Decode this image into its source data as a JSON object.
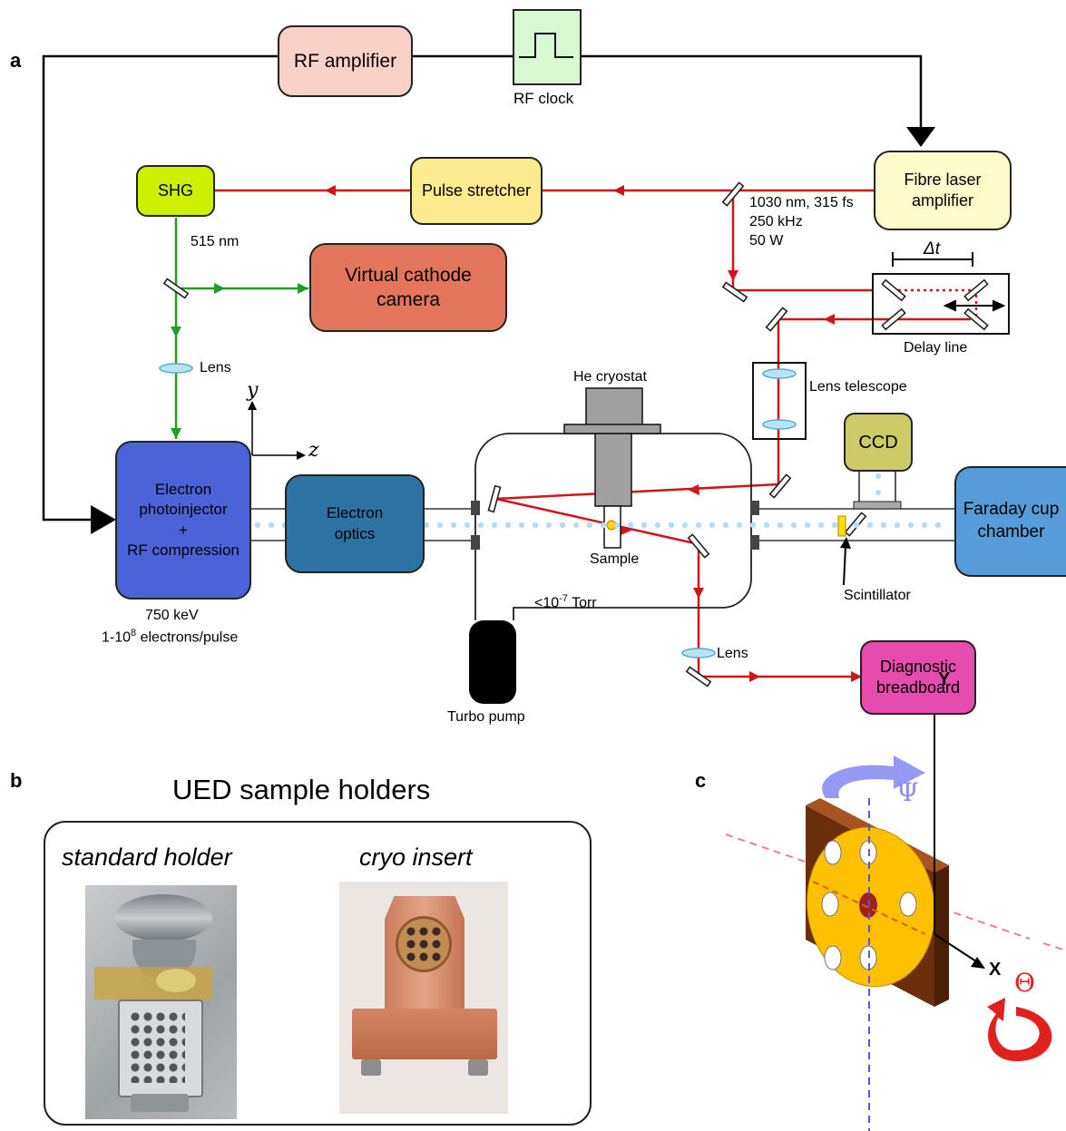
{
  "panels": {
    "a": "a",
    "b": "b",
    "c": "c"
  },
  "boxes": {
    "rf_amplifier": "RF amplifier",
    "fibre_laser": [
      "Fibre laser",
      "amplifier"
    ],
    "shg": "SHG",
    "pulse_stretcher": "Pulse stretcher",
    "virtual_cathode": [
      "Virtual cathode",
      "camera"
    ],
    "photoinjector": [
      "Electron",
      "photoinjector",
      "+",
      "RF compression"
    ],
    "electron_optics": [
      "Electron",
      "optics"
    ],
    "ccd": "CCD",
    "faraday": [
      "Faraday cup",
      "chamber"
    ],
    "diagnostic": [
      "Diagnostic",
      "breadboard"
    ]
  },
  "labels": {
    "rf_clock": "RF clock",
    "laser_specs": [
      "1030 nm, 315 fs",
      "250 kHz",
      "50 W"
    ],
    "wavelength_515": "515 nm",
    "lens_top": "Lens",
    "lens_bottom": "Lens",
    "delay_dt": "Δt",
    "delay_line": "Delay line",
    "lens_telescope": "Lens telescope",
    "he_cryostat": "He cryostat",
    "sample": "Sample",
    "scintillator": "Scintillator",
    "pressure": "<10",
    "pressure_exp": "-7",
    "pressure_unit": " Torr",
    "energy": "750 keV",
    "electrons_pre": "1-10",
    "electrons_exp": "8",
    "electrons_post": " electrons/pulse",
    "turbo_pump": "Turbo pump",
    "axis_y": "y",
    "axis_z": "z"
  },
  "panel_b": {
    "title": "UED sample holders",
    "standard": "standard holder",
    "cryo": "cryo insert"
  },
  "panel_c": {
    "psi": "Ψ",
    "theta": "Θ",
    "axis_x": "X",
    "axis_y": "Y"
  },
  "colors": {
    "rf_amplifier": "#f9d1c8",
    "rf_clock": "#d9f7d2",
    "fibre_laser": "#fffccc",
    "shg": "#ccf000",
    "pulse_stretcher": "#ffeb8f",
    "virtual_cathode": "#e3755b",
    "photoinjector": "#4a63d8",
    "electron_optics": "#2e72a3",
    "ccd": "#cdcb66",
    "faraday": "#579bd9",
    "diagnostic": "#e64bb0",
    "laser_red": "#d0141b",
    "laser_green": "#1fa025",
    "beam_dots": "#b6dbf4",
    "cryostat": "#a0a0a0",
    "copper": "#8a3d0f",
    "gold": "#ffc000"
  }
}
